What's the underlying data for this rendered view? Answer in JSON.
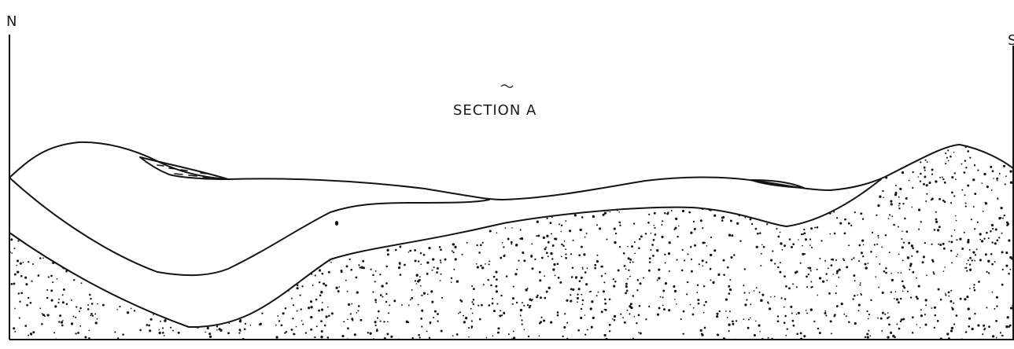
{
  "labels": {
    "north": "N",
    "south": "S",
    "title": "SECTION A"
  },
  "colors": {
    "ink": "#141414",
    "paper": "#ffffff"
  }
}
